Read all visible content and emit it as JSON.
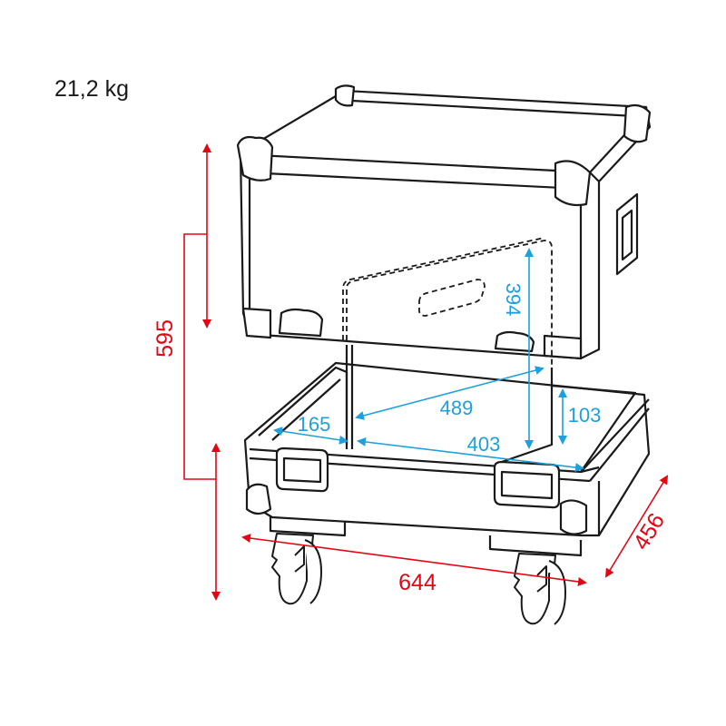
{
  "weight": "21,2 kg",
  "colors": {
    "outline": "#1a1a1a",
    "external_dim": "#e30613",
    "internal_dim": "#1ea0dc"
  },
  "dimensions": {
    "external": {
      "height": "595",
      "width": "644",
      "depth": "456"
    },
    "internal": {
      "height": "394",
      "diagonal": "489",
      "compartment_small": "165",
      "compartment_large": "403",
      "lower_depth": "103"
    }
  }
}
